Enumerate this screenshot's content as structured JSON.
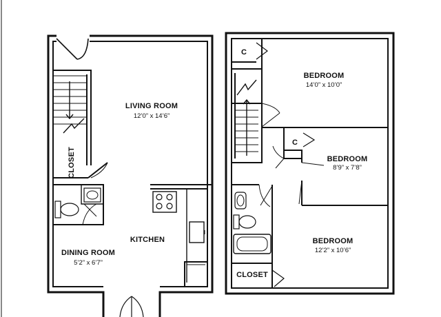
{
  "first_floor": {
    "living_room": {
      "name": "LIVING ROOM",
      "size": "12’0” x 14’6”"
    },
    "closet": {
      "name": "CLOSET"
    },
    "kitchen": {
      "name": "KITCHEN"
    },
    "dining_room": {
      "name": "DINING ROOM",
      "size": "5’2” x 6’7”"
    }
  },
  "second_floor": {
    "bedroom_top": {
      "name": "BEDROOM",
      "size": "14’0” x 10’0”"
    },
    "closet_tag_top": "C",
    "closet_tag_mid": "C",
    "bedroom_middle": {
      "name": "BEDROOM",
      "size": "8’9” x 7’8”"
    },
    "bedroom_bottom": {
      "name": "BEDROOM",
      "size": "12’2” x 10’6”"
    },
    "closet": {
      "name": "CLOSET"
    }
  }
}
